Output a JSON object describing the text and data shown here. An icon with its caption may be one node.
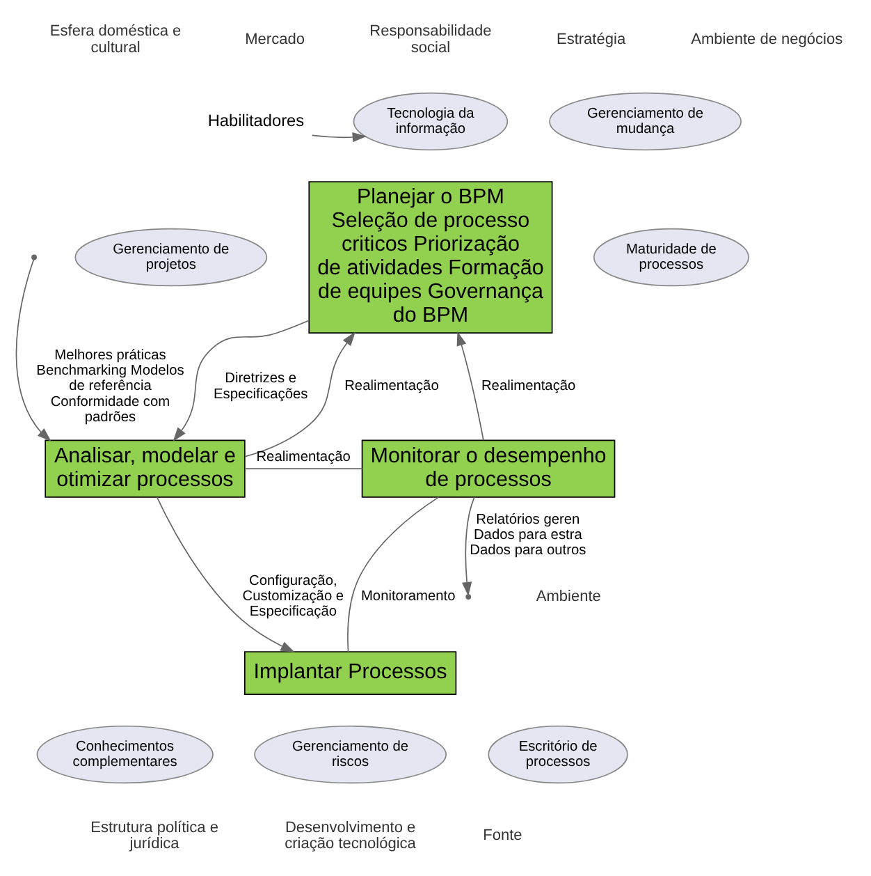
{
  "diagram": {
    "nodes": [
      {
        "text": [
          "Planejar o BPM",
          "Seleção de processo criticos Priorização de atividades Formação de equipes Governança do BPM"
        ]
      },
      {
        "text": [
          "Analisar, modelar e otimizar processos"
        ]
      },
      {
        "text": [
          "Implantar Processos"
        ]
      },
      {
        "text": [
          "Monitorar o desempenho de processos"
        ]
      },
      {
        "text": [
          "Tecnologia da informação"
        ]
      },
      {
        "text": [
          "Gerenciamento de mudança"
        ]
      },
      {
        "text": [
          "Gerenciamento de projetos"
        ]
      },
      {
        "text": [
          "Maturidade de processos"
        ]
      },
      {
        "text": [
          "Conhecimentos complementares"
        ]
      },
      {
        "text": [
          "Escritório de processos"
        ]
      },
      {
        "text": [
          "Gerenciamento de riscos"
        ]
      },
      {
        "text": [
          "Habilitadores"
        ]
      }
    ],
    "edges": [
      {
        "from": 3,
        "to": 0,
        "arrow": "to",
        "label": "Realimentação"
      },
      {
        "from": 0,
        "to": 1,
        "arrow": "to",
        "label": "Diretrizes e Especificações"
      },
      {
        "from": null,
        "to": 1,
        "arrow": "to",
        "label": "Melhores práticas Benchmarking Modelos de referência Conformidade com padrões"
      },
      {
        "from": 1,
        "to": 0,
        "arrow": "to",
        "label": "Realimentação"
      },
      {
        "from": 3,
        "to": 1,
        "arrow": "none",
        "label": "Realimentação"
      },
      {
        "from": 1,
        "to": 2,
        "arrow": "to",
        "label": "Configuração, Customização e Especificação"
      },
      {
        "from": 2,
        "to": 3,
        "arrow": "none",
        "label": "Monitoramento"
      },
      {
        "from": 3,
        "to": null,
        "arrow": "to",
        "label": "Relatórios geren Dados para estra Dados para outros"
      },
      {
        "from": 11,
        "to": 4,
        "arrow": "to"
      }
    ],
    "labels": [
      "Esfera doméstica e cultural",
      "Mercado",
      "Responsabilidade social",
      "Estratégia",
      "Ambiente de negócios",
      "Ambiente",
      "Desenvolvimento e criação tecnológica",
      "Estrutura política e jurídica",
      "Fonte"
    ]
  }
}
